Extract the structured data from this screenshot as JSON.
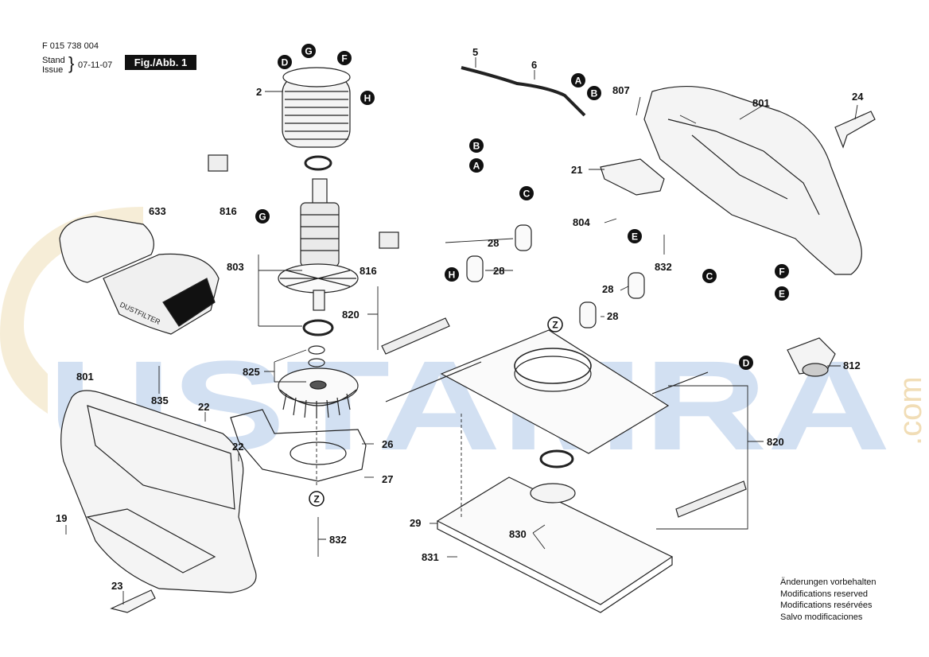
{
  "header": {
    "doc_number": "F 015 738 004",
    "stand_label": "Stand",
    "issue_label": "Issue",
    "date": "07-11-07",
    "fig_label": "Fig./Abb. 1"
  },
  "watermark": {
    "text": "USTAMRA",
    "com": ".com",
    "color": "#3a73c8",
    "accent": "#e8c98a"
  },
  "notes": [
    "Änderungen vorbehalten",
    "Modifications reserved",
    "Modifications resérvées",
    "Salvo modificaciones"
  ],
  "part_labels": [
    {
      "id": "p2",
      "text": "2"
    },
    {
      "id": "p5",
      "text": "5"
    },
    {
      "id": "p6",
      "text": "6"
    },
    {
      "id": "p807",
      "text": "807"
    },
    {
      "id": "p801a",
      "text": "801"
    },
    {
      "id": "p24",
      "text": "24"
    },
    {
      "id": "p21",
      "text": "21"
    },
    {
      "id": "p804",
      "text": "804"
    },
    {
      "id": "p832a",
      "text": "832"
    },
    {
      "id": "p816a",
      "text": "816"
    },
    {
      "id": "p816b",
      "text": "816"
    },
    {
      "id": "p633",
      "text": "633"
    },
    {
      "id": "p803",
      "text": "803"
    },
    {
      "id": "p28a",
      "text": "28"
    },
    {
      "id": "p28b",
      "text": "28"
    },
    {
      "id": "p28c",
      "text": "28"
    },
    {
      "id": "p28d",
      "text": "28"
    },
    {
      "id": "p820a",
      "text": "820"
    },
    {
      "id": "p825",
      "text": "825"
    },
    {
      "id": "p801b",
      "text": "801"
    },
    {
      "id": "p835",
      "text": "835"
    },
    {
      "id": "p22a",
      "text": "22"
    },
    {
      "id": "p22b",
      "text": "22"
    },
    {
      "id": "p26",
      "text": "26"
    },
    {
      "id": "p27",
      "text": "27"
    },
    {
      "id": "p812",
      "text": "812"
    },
    {
      "id": "p820b",
      "text": "820"
    },
    {
      "id": "p19",
      "text": "19"
    },
    {
      "id": "p832b",
      "text": "832"
    },
    {
      "id": "p29",
      "text": "29"
    },
    {
      "id": "p830",
      "text": "830"
    },
    {
      "id": "p831",
      "text": "831"
    },
    {
      "id": "p23",
      "text": "23"
    }
  ],
  "markers": [
    {
      "id": "mD1",
      "text": "D"
    },
    {
      "id": "mG1",
      "text": "G"
    },
    {
      "id": "mF1",
      "text": "F"
    },
    {
      "id": "mH1",
      "text": "H"
    },
    {
      "id": "mG2",
      "text": "G"
    },
    {
      "id": "mH2",
      "text": "H"
    },
    {
      "id": "mA1",
      "text": "A"
    },
    {
      "id": "mB1",
      "text": "B"
    },
    {
      "id": "mB2",
      "text": "B"
    },
    {
      "id": "mA2",
      "text": "A"
    },
    {
      "id": "mC1",
      "text": "C"
    },
    {
      "id": "mE1",
      "text": "E"
    },
    {
      "id": "mC2",
      "text": "C"
    },
    {
      "id": "mF2",
      "text": "F"
    },
    {
      "id": "mE2",
      "text": "E"
    },
    {
      "id": "mD2",
      "text": "D"
    },
    {
      "id": "mZ1",
      "text": "Z"
    },
    {
      "id": "mZ2",
      "text": "Z"
    }
  ]
}
